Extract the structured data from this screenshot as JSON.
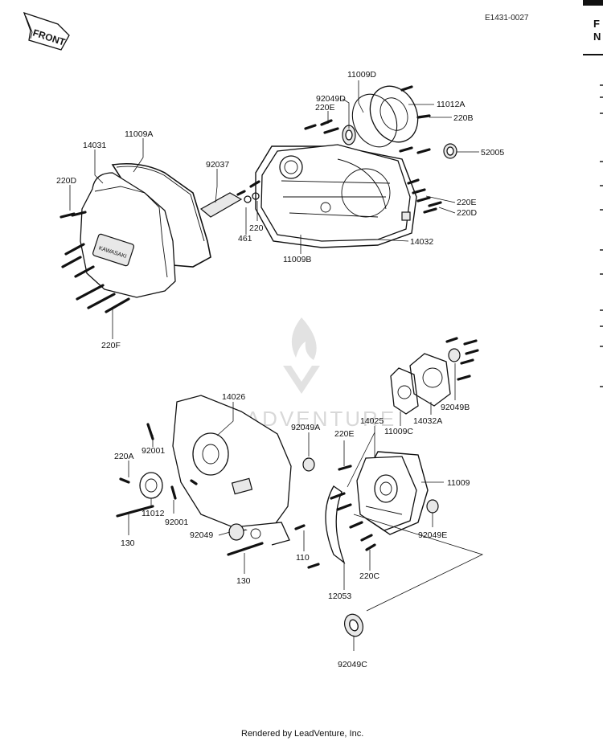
{
  "header": {
    "diagram_id": "E1431-0027",
    "front_label": "FRONT",
    "edge_glyph_1": "F",
    "edge_glyph_2": "N"
  },
  "watermark": {
    "text": "LEADVENTURE"
  },
  "footer": {
    "text": "Rendered by LeadVenture, Inc."
  },
  "callouts": {
    "c11009D": "11009D",
    "c92049D": "92049D",
    "c220E_top": "220E",
    "c11012A": "11012A",
    "c220B": "220B",
    "c52005": "52005",
    "c11009A": "11009A",
    "c14031": "14031",
    "c92037": "92037",
    "c220D_left": "220D",
    "c220_mid": "220",
    "c461": "461",
    "c220E_right": "220E",
    "c220D_right": "220D",
    "c14032": "14032",
    "c11009B": "11009B",
    "c220F": "220F",
    "c92049B": "92049B",
    "c14032A": "14032A",
    "c14026": "14026",
    "c92049A": "92049A",
    "c14025": "14025",
    "c11009C": "11009C",
    "c220E_low": "220E",
    "c220A": "220A",
    "c92001_top": "92001",
    "c11009": "11009",
    "c11012": "11012",
    "c92001_bot": "92001",
    "c130_left": "130",
    "c92049": "92049",
    "c92049E": "92049E",
    "c110": "110",
    "c130_bot": "130",
    "c220C": "220C",
    "c12053": "12053",
    "c92049C": "92049C"
  }
}
